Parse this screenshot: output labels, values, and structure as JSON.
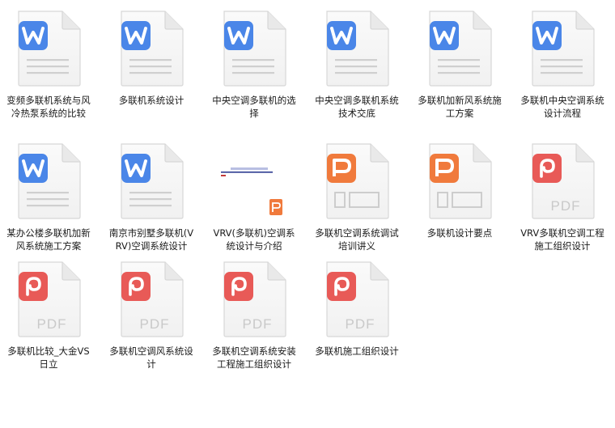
{
  "files": [
    {
      "name": "变频多联机系统与风冷热泵系统的比较",
      "type": "word",
      "icon": "word-doc-icon"
    },
    {
      "name": "多联机系统设计",
      "type": "word",
      "icon": "word-doc-icon"
    },
    {
      "name": "中央空调多联机的选择",
      "type": "word",
      "icon": "word-doc-icon"
    },
    {
      "name": "中央空调多联机系统技术交底",
      "type": "word",
      "icon": "word-doc-icon"
    },
    {
      "name": "多联机加新风系统施工方案",
      "type": "word",
      "icon": "word-doc-icon"
    },
    {
      "name": "多联机中央空调系统设计流程",
      "type": "word",
      "icon": "word-doc-icon"
    },
    {
      "name": "某办公楼多联机加新风系统施工方案",
      "type": "word",
      "icon": "word-doc-icon"
    },
    {
      "name": "南京市别墅多联机(VRV)空调系统设计",
      "type": "word",
      "icon": "word-doc-icon"
    },
    {
      "name": "VRV(多联机)空调系统设计与介绍",
      "type": "ppt-thumb",
      "icon": "ppt-thumbnail-icon"
    },
    {
      "name": "多联机空调系统调试培训讲义",
      "type": "ppt",
      "icon": "ppt-doc-icon"
    },
    {
      "name": "多联机设计要点",
      "type": "ppt",
      "icon": "ppt-doc-icon"
    },
    {
      "name": "VRV多联机空调工程施工组织设计",
      "type": "pdf",
      "icon": "pdf-doc-icon"
    },
    {
      "name": "多联机比较_大金VS日立",
      "type": "pdf",
      "icon": "pdf-doc-icon"
    },
    {
      "name": "多联机空调风系统设计",
      "type": "pdf",
      "icon": "pdf-doc-icon"
    },
    {
      "name": "多联机空调系统安装工程施工组织设计",
      "type": "pdf",
      "icon": "pdf-doc-icon"
    },
    {
      "name": "多联机施工组织设计",
      "type": "pdf",
      "icon": "pdf-doc-icon"
    }
  ],
  "pdf_badge_text": "PDF",
  "colors": {
    "word": "#4a86e8",
    "ppt": "#f07a3c",
    "pdf": "#e85a57"
  }
}
